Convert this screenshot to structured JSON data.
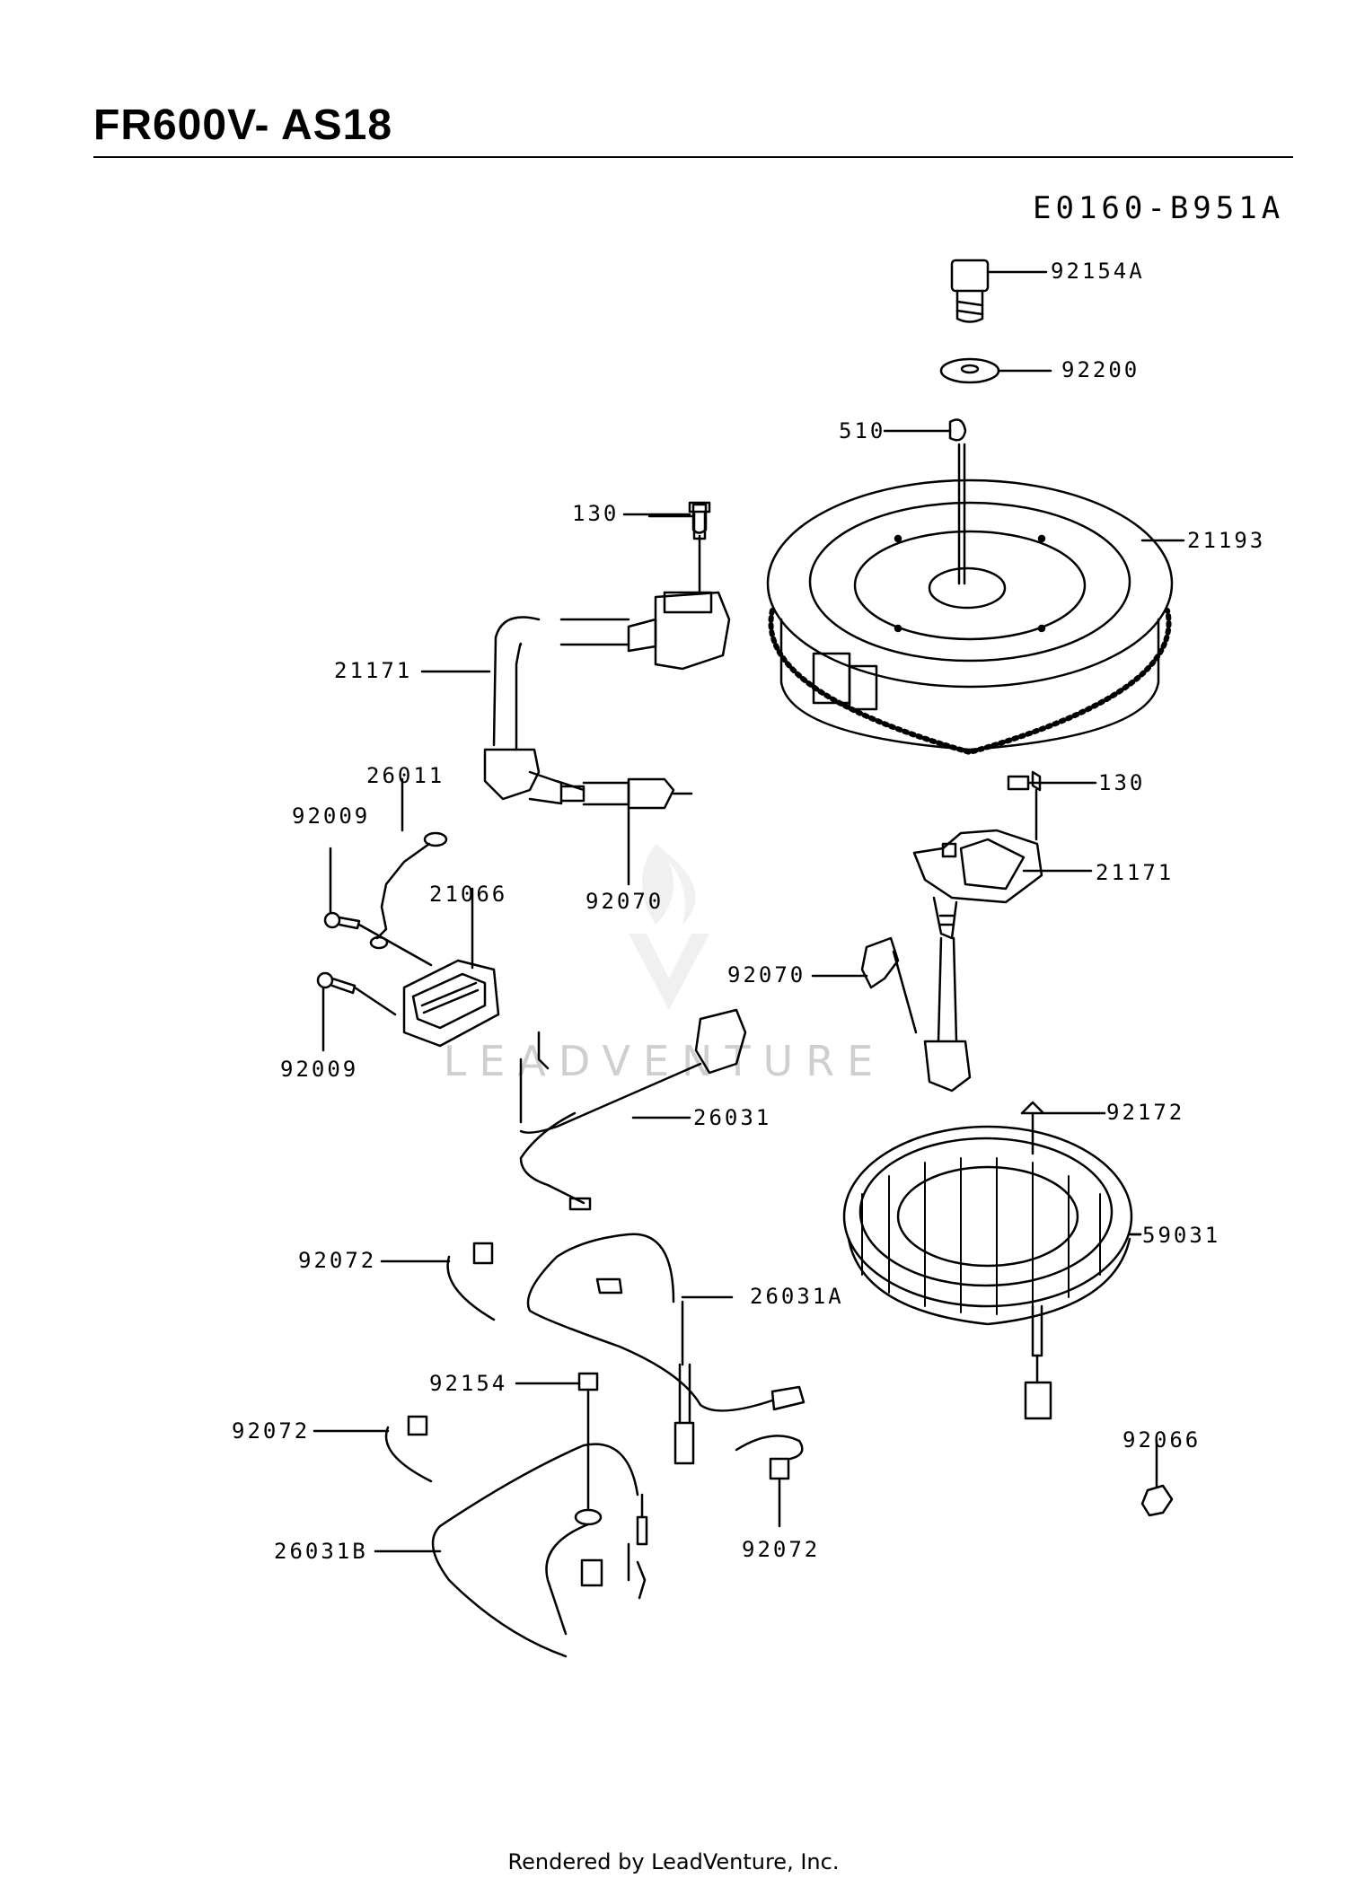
{
  "header": {
    "title": "FR600V- AS18",
    "diagram_code": "E0160-B951A"
  },
  "footer": {
    "text": "Rendered by LeadVenture, Inc."
  },
  "watermark": {
    "text": "LEADVENTURE"
  },
  "callouts": [
    {
      "id": "c1",
      "label": "92154A"
    },
    {
      "id": "c2",
      "label": "92200"
    },
    {
      "id": "c3",
      "label": "510"
    },
    {
      "id": "c4",
      "label": "21193"
    },
    {
      "id": "c5",
      "label": "130"
    },
    {
      "id": "c6",
      "label": "21171"
    },
    {
      "id": "c7",
      "label": "26011"
    },
    {
      "id": "c8",
      "label": "92009"
    },
    {
      "id": "c9",
      "label": "21066"
    },
    {
      "id": "c10",
      "label": "92070"
    },
    {
      "id": "c11",
      "label": "130"
    },
    {
      "id": "c12",
      "label": "21171"
    },
    {
      "id": "c13",
      "label": "92070"
    },
    {
      "id": "c14",
      "label": "92009"
    },
    {
      "id": "c15",
      "label": "26031"
    },
    {
      "id": "c16",
      "label": "92172"
    },
    {
      "id": "c17",
      "label": "59031"
    },
    {
      "id": "c18",
      "label": "92072"
    },
    {
      "id": "c19",
      "label": "26031A"
    },
    {
      "id": "c20",
      "label": "92154"
    },
    {
      "id": "c21",
      "label": "92072"
    },
    {
      "id": "c22",
      "label": "92066"
    },
    {
      "id": "c23",
      "label": "26031B"
    },
    {
      "id": "c24",
      "label": "92072"
    }
  ]
}
